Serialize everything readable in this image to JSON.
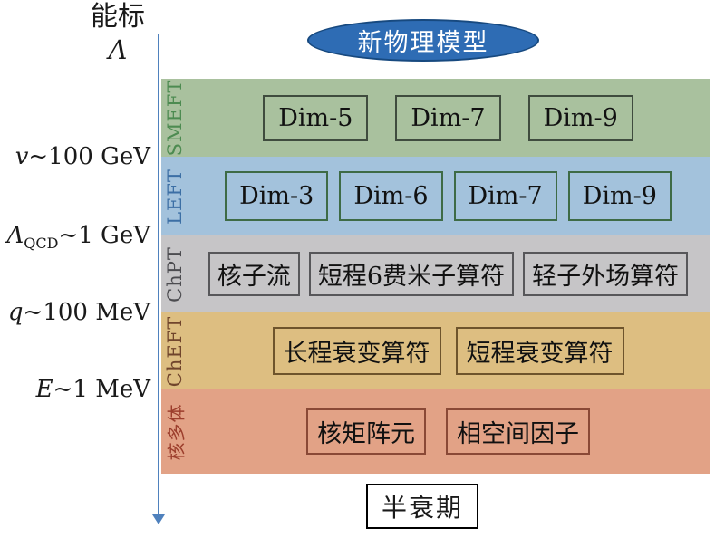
{
  "header": {
    "ellipse_label": "新物理模型",
    "ellipse_fill": "#2e6cb4",
    "ellipse_border": "#17497f",
    "ellipse_text_color": "#ffffff"
  },
  "axis": {
    "title": "能标",
    "symbol": "Λ",
    "line_color": "#4f81bd",
    "scales": [
      {
        "symbol": "v",
        "subscript": "",
        "rest": "~100 GeV"
      },
      {
        "symbol": "Λ",
        "subscript": "QCD",
        "rest": "~1 GeV"
      },
      {
        "symbol": "q",
        "subscript": "",
        "rest": "~100 MeV"
      },
      {
        "symbol": "E",
        "subscript": "",
        "rest": "~1 MeV"
      }
    ]
  },
  "bands": [
    {
      "label": "SMEFT",
      "bg": "#a9c19e",
      "label_color": "#4d8b51",
      "box_border": "#3f4c3e",
      "boxes": [
        "Dim-5",
        "Dim-7",
        "Dim-9"
      ]
    },
    {
      "label": "LEFT",
      "bg": "#a3c2dc",
      "label_color": "#3c6fa5",
      "box_border": "#3e6b46",
      "boxes": [
        "Dim-3",
        "Dim-6",
        "Dim-7",
        "Dim-9"
      ]
    },
    {
      "label": "ChPT",
      "bg": "#c6c5c7",
      "label_color": "#4c4c50",
      "box_border": "#57575a",
      "boxes": [
        "核子流",
        "短程6费米子算符",
        "轻子外场算符"
      ]
    },
    {
      "label": "ChEFT",
      "bg": "#ddbe81",
      "label_color": "#70452c",
      "box_border": "#6e542c",
      "boxes": [
        "长程衰变算符",
        "短程衰变算符"
      ]
    },
    {
      "label": "核多体",
      "bg": "#e2a286",
      "label_color": "#9c3e2c",
      "box_border": "#8a4936",
      "boxes": [
        "核矩阵元",
        "相空间因子"
      ]
    }
  ],
  "footer": {
    "half_life_label": "半衰期"
  }
}
